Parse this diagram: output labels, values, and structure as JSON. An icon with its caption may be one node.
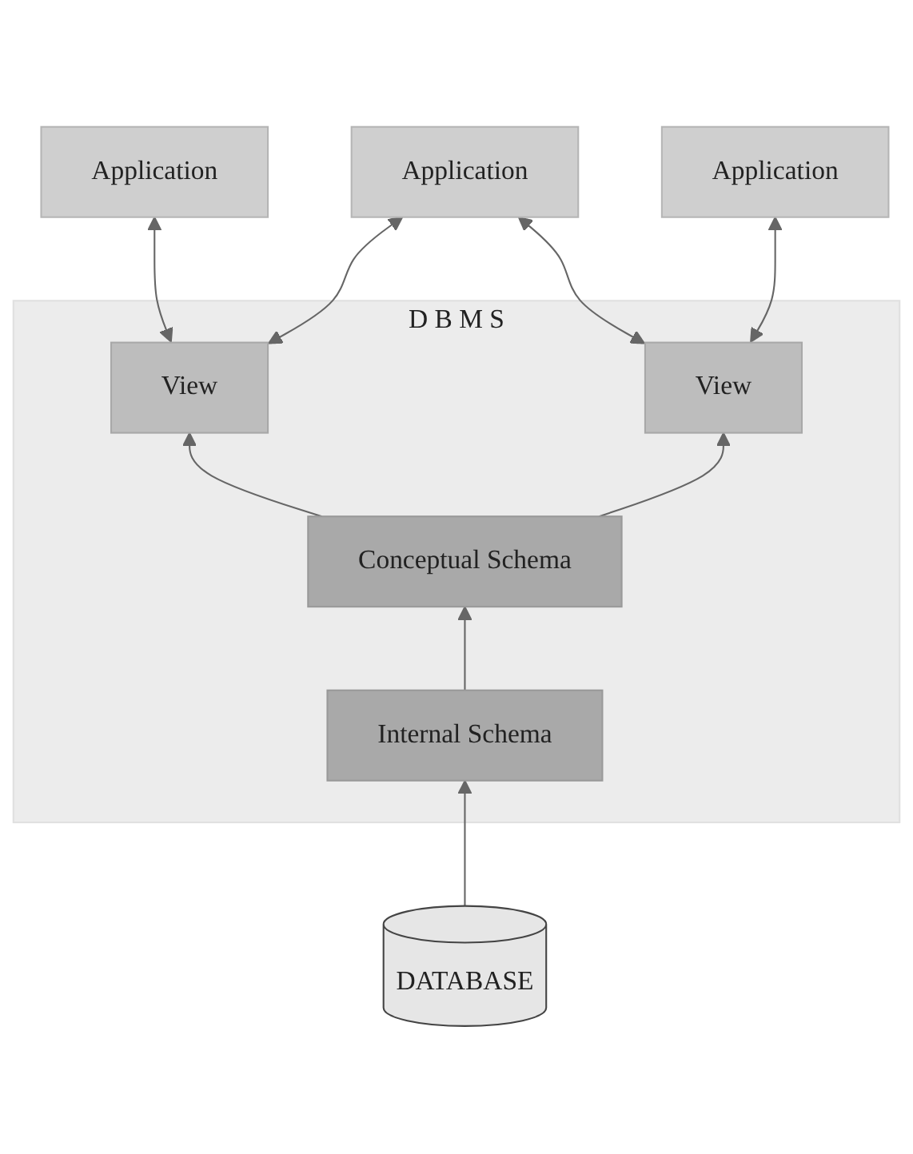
{
  "diagram": {
    "nodes": [
      {
        "text": [
          "Application"
        ]
      },
      {
        "text": [
          "Application"
        ]
      },
      {
        "text": [
          "Application"
        ]
      },
      {
        "text": [
          "D B M S"
        ]
      },
      {
        "text": [
          "View"
        ],
        "in": 3
      },
      {
        "text": [
          "View"
        ],
        "in": 3
      },
      {
        "text": [
          "Conceptual Schema"
        ],
        "in": 3
      },
      {
        "text": [
          "Internal Schema"
        ],
        "in": 3
      },
      {
        "text": [
          "DATABASE"
        ]
      }
    ],
    "edges": [
      {
        "from": 4,
        "to": 0,
        "arrow": "both"
      },
      {
        "from": 4,
        "to": 1,
        "arrow": "both"
      },
      {
        "from": 5,
        "to": 1,
        "arrow": "both"
      },
      {
        "from": 5,
        "to": 2,
        "arrow": "both"
      },
      {
        "from": 6,
        "to": 4,
        "arrow": "to"
      },
      {
        "from": 6,
        "to": 5,
        "arrow": "to"
      },
      {
        "from": 7,
        "to": 6,
        "arrow": "to"
      },
      {
        "from": 8,
        "to": 7,
        "arrow": "to"
      }
    ]
  }
}
